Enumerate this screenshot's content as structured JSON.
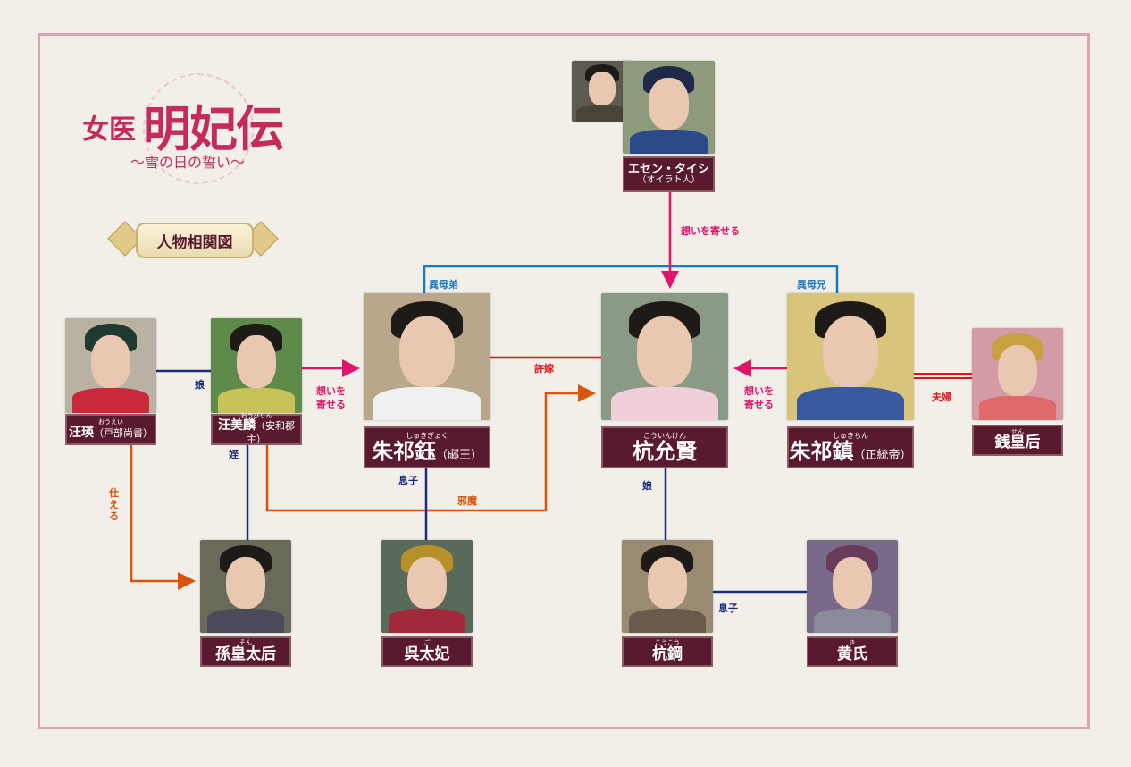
{
  "logo": {
    "prefix": "女医",
    "title": "明妃伝",
    "subtitle": "〜雪の日の誓い〜"
  },
  "badge": {
    "label": "人物相関図"
  },
  "colors": {
    "label_bg": "#5a1a2e",
    "pink": "#e0146a",
    "red": "#e0141e",
    "blue": "#1a7ac0",
    "navy": "#1a2a80",
    "orange": "#d8540a",
    "frame": "#d7a5b3"
  },
  "characters": {
    "esen": {
      "name": "エセン・タイシ",
      "note": "（オイラト人）"
    },
    "wang_ying": {
      "ruby": "おうえい",
      "name": "汪瑛",
      "title": "（戸部尚書）"
    },
    "wang_meilin": {
      "ruby": "おうびりん",
      "name": "汪美麟",
      "title": "（安和郡主）"
    },
    "zhu_qiyu": {
      "ruby": "しゅきぎょく",
      "name": "朱祁鈺",
      "title": "（郕王）"
    },
    "hang_yunxian": {
      "ruby": "こういんけん",
      "name": "杭允賢"
    },
    "zhu_qizhen": {
      "ruby": "しゅきちん",
      "name": "朱祁鎮",
      "title": "（正統帝）"
    },
    "empress_qian": {
      "ruby": "せん",
      "name": "銭皇后"
    },
    "empress_dowager_sun": {
      "ruby": "そん",
      "name": "孫皇太后"
    },
    "consort_wu": {
      "ruby": "ご",
      "name": "呉太妃"
    },
    "hang_gang": {
      "ruby": "こうこう",
      "name": "杭鋼"
    },
    "lady_huang": {
      "ruby": "き",
      "name": "黄氏"
    }
  },
  "relations": {
    "esen_to_hang": "想いを寄せる",
    "half_younger": "異母弟",
    "half_older": "異母兄",
    "wang_daughter": "娘",
    "meilin_love_1": "想いを",
    "meilin_love_2": "寄せる",
    "betrothed": "許嫁",
    "zhen_love_1": "想いを",
    "zhen_love_2": "寄せる",
    "married": "夫婦",
    "serves": "仕える",
    "niece": "姪",
    "obstruct": "邪魔",
    "son_wu": "息子",
    "hang_daughter": "娘",
    "son_huang": "息子"
  }
}
